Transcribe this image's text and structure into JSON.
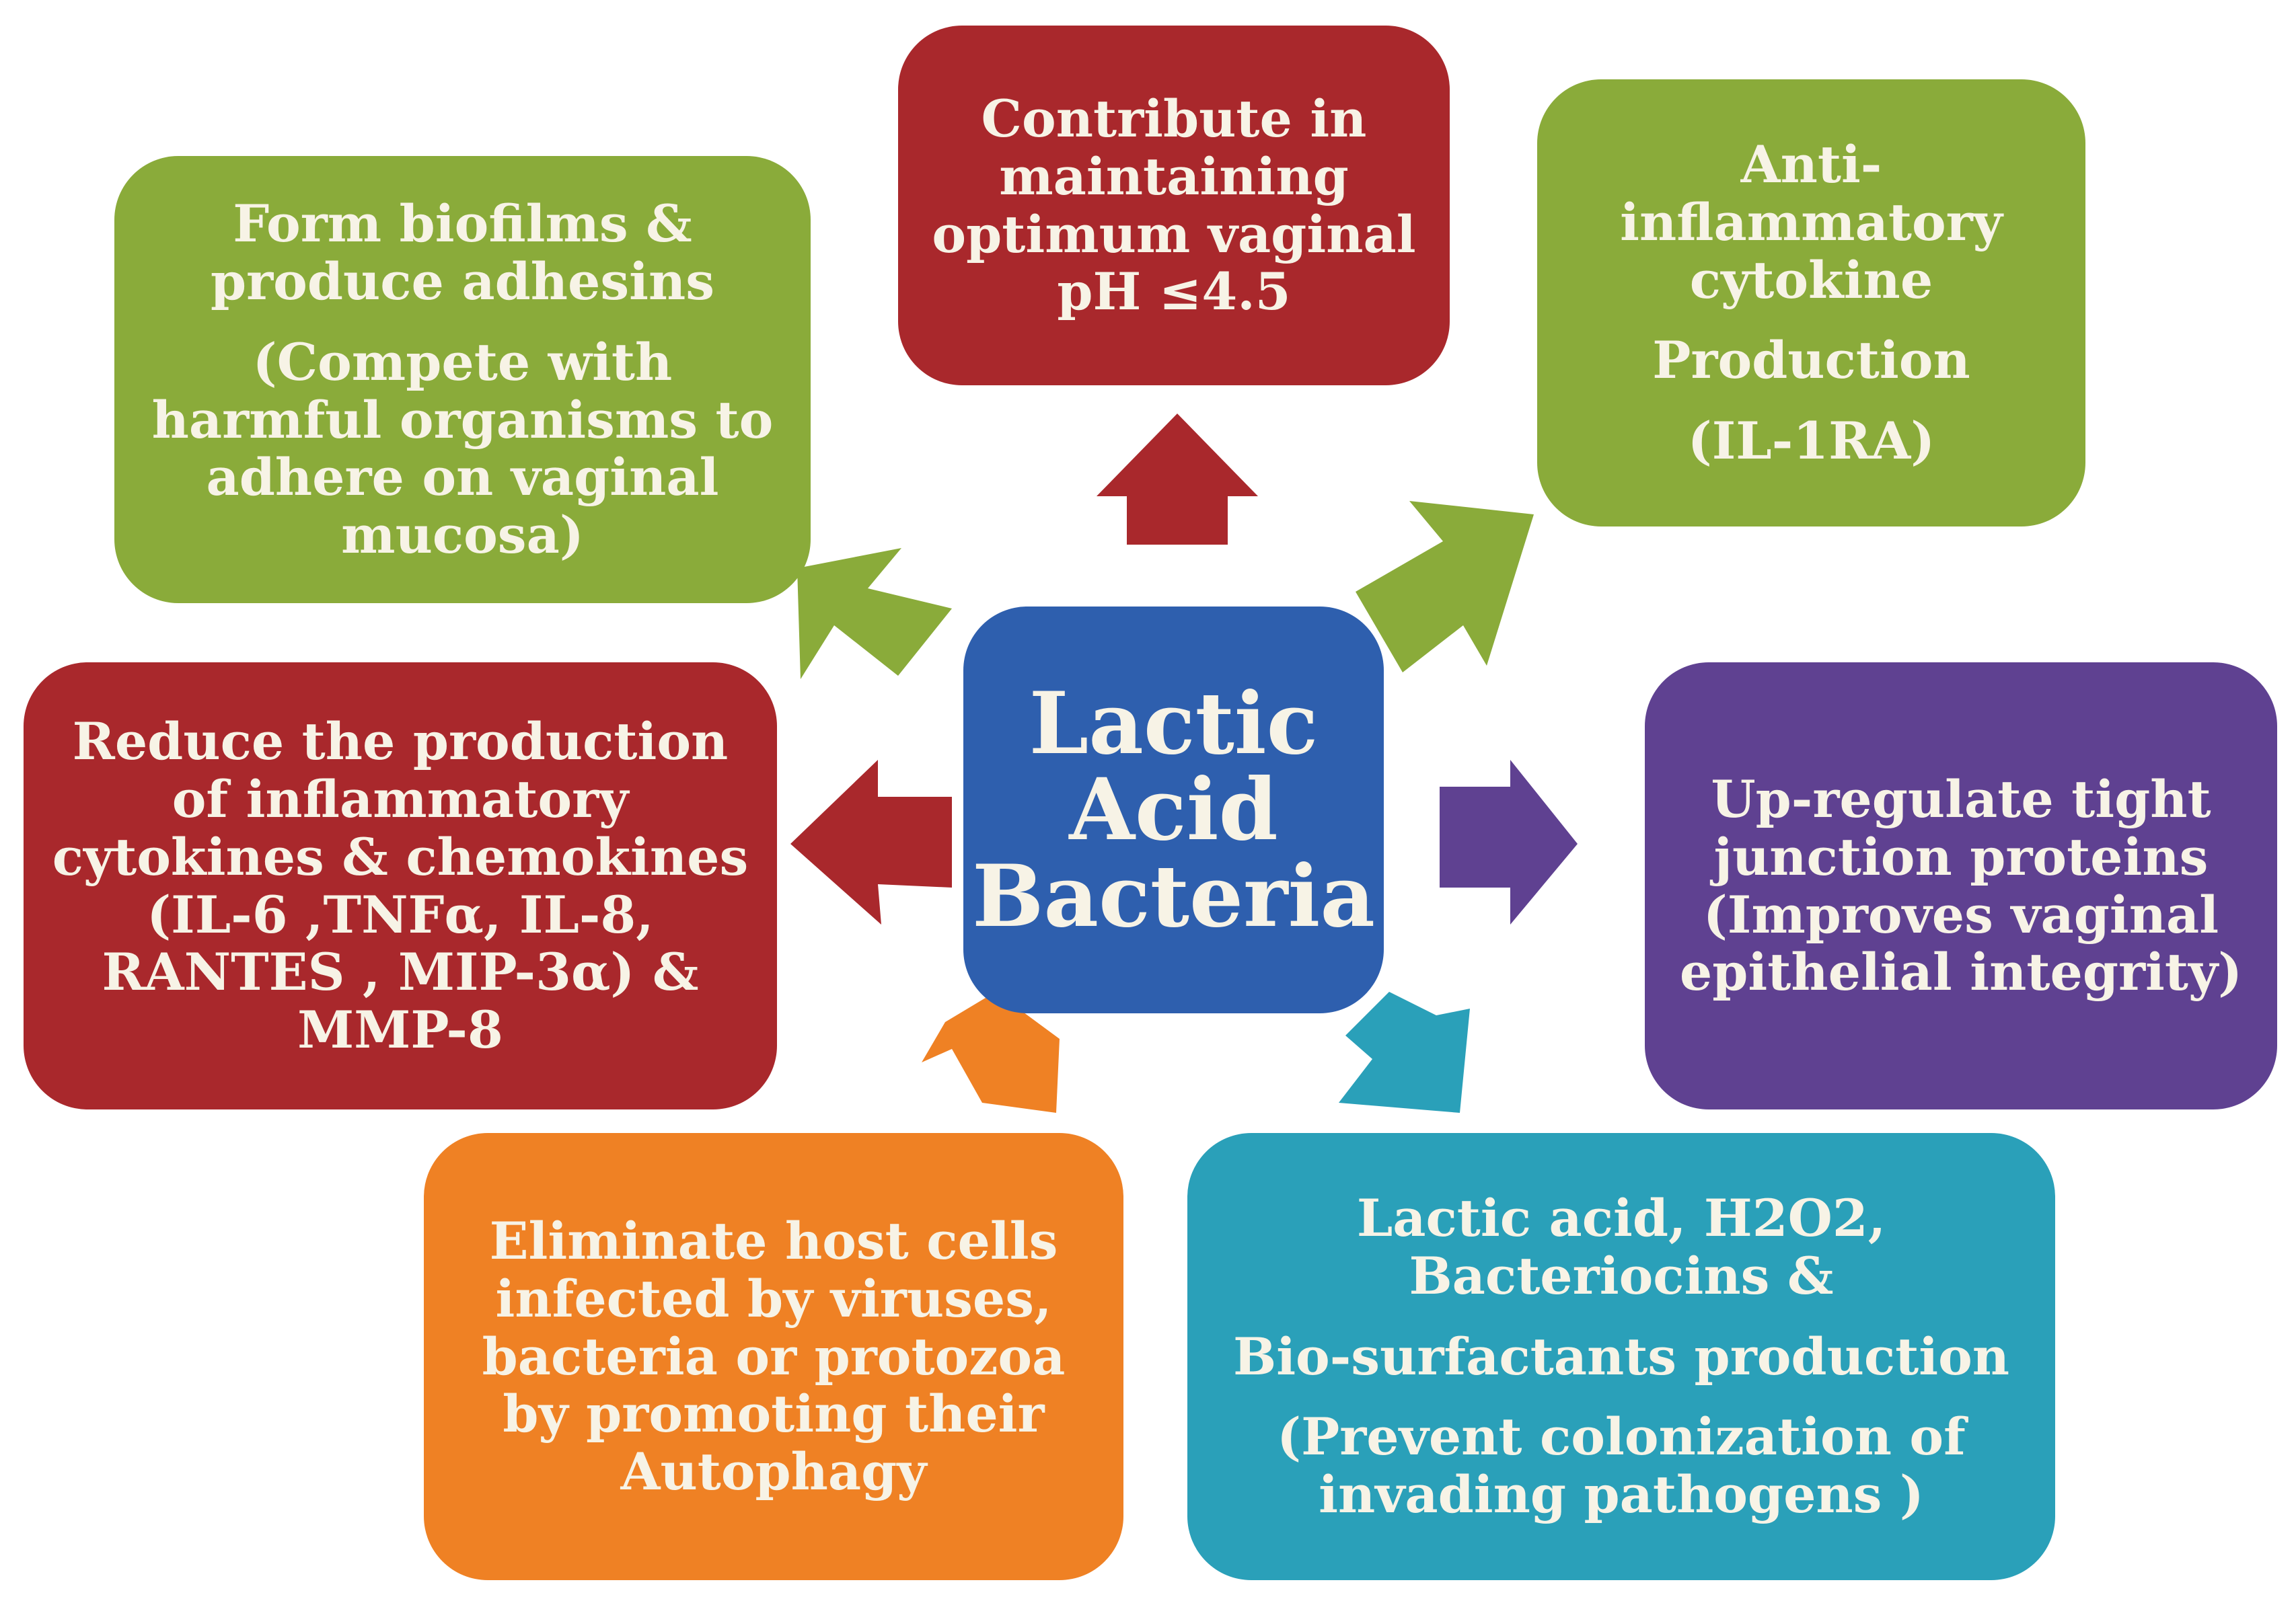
{
  "center": {
    "label": "Lactic\nAcid\nBacteria",
    "color": "#2e5fae"
  },
  "nodes": {
    "ph": {
      "lines": [
        "Contribute in\nmaintaining\noptimum vaginal\npH ≤4.5"
      ],
      "color": "#a9282c"
    },
    "biofilm": {
      "lines": [
        "Form biofilms &\nproduce adhesins",
        "(Compete with\nharmful organisms to\nadhere on vaginal\nmucosa)"
      ],
      "color": "#8aab3a"
    },
    "anti_inflammatory": {
      "lines": [
        "Anti-\ninflammatory\ncytokine",
        "Production",
        "(IL-1RA)"
      ],
      "color": "#8aab3a"
    },
    "reduce_cytokines": {
      "lines": [
        "Reduce the production\nof inflammatory\ncytokines & chemokines\n(IL-6 ,TNFα, IL-8,\nRANTES , MIP-3α) &\nMMP-8"
      ],
      "color": "#a9282c"
    },
    "tight_junction": {
      "lines": [
        "Up-regulate tight\njunction proteins\n(Improves vaginal\nepithelial integrity)"
      ],
      "color": "#5f4191"
    },
    "autophagy": {
      "lines": [
        "Eliminate host cells\ninfected by viruses,\nbacteria or protozoa\nby promoting their\nAutophagy"
      ],
      "color": "#ef8124"
    },
    "antimicrobial": {
      "lines": [
        "Lactic acid, H2O2,\nBacteriocins &",
        "Bio-surfactants  production",
        "(Prevent colonization of\ninvading pathogens )"
      ],
      "color": "#2aa0b9"
    }
  },
  "arrow_colors": {
    "up": "#a9282c",
    "upper_left": "#8aab3a",
    "upper_right": "#8aab3a",
    "left": "#a9282c",
    "right": "#5f4191",
    "lower_left": "#ef8124",
    "lower_right": "#2aa0b9"
  }
}
